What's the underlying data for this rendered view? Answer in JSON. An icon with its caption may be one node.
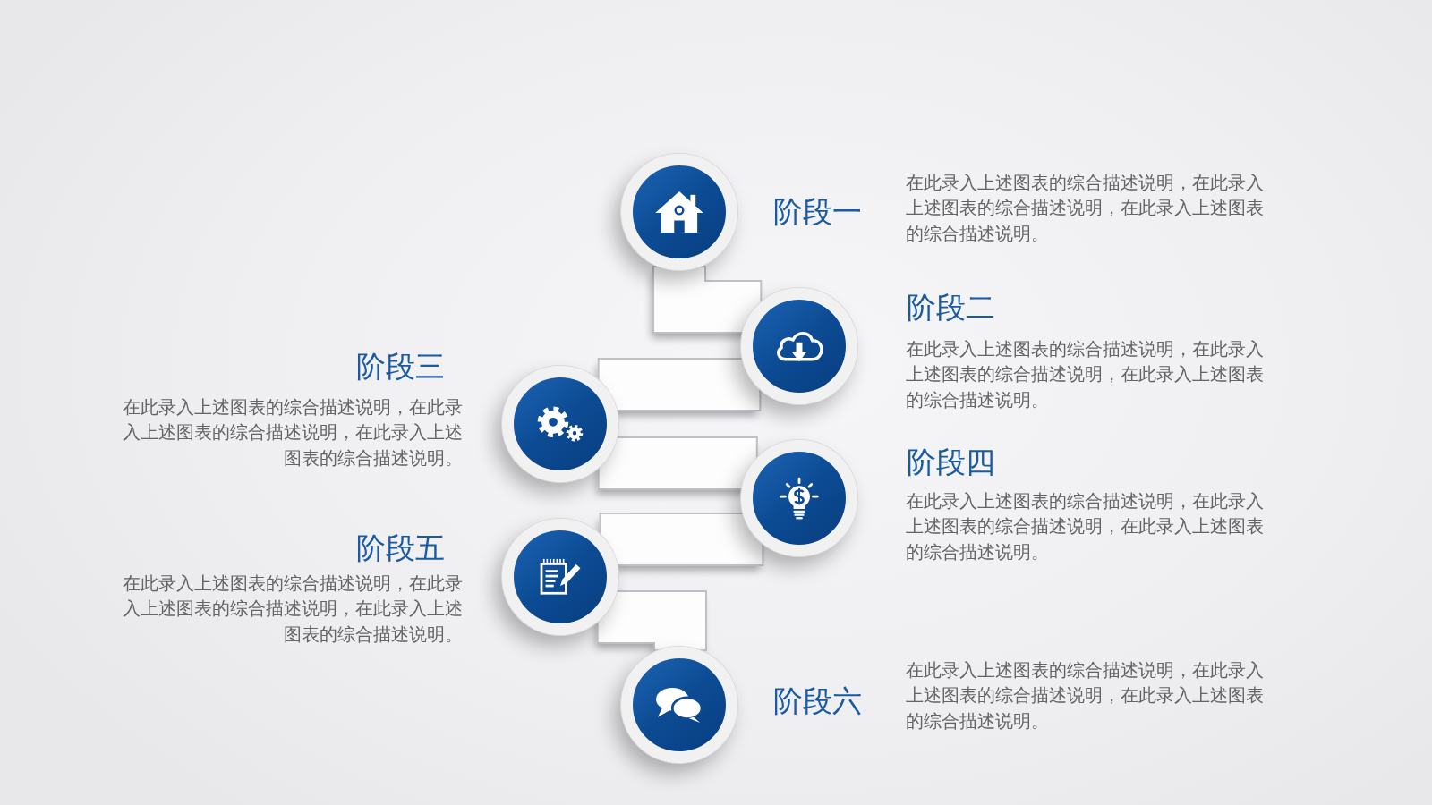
{
  "diagram": {
    "nodes": [
      {
        "text": [],
        "shape": "circle",
        "beside": [
          "阶段一",
          "在此录入上述图表的综合描述说明，在此录入上述图表的综合描述说明，在此录入上述图表的综合描述说明。"
        ]
      },
      {
        "text": [],
        "shape": "circle",
        "beside": [
          "阶段二",
          "在此录入上述图表的综合描述说明，在此录入上述图表的综合描述说明，在此录入上述图表的综合描述说明。"
        ]
      },
      {
        "text": [],
        "shape": "circle",
        "beside": [
          "阶段三",
          "在此录入上述图表的综合描述说明，在此录入上述图表的综合描述说明，在此录入上述图表的综合描述说明。"
        ]
      },
      {
        "text": [],
        "shape": "circle",
        "beside": [
          "阶段四",
          "在此录入上述图表的综合描述说明，在此录入上述图表的综合描述说明，在此录入上述图表的综合描述说明。"
        ]
      },
      {
        "text": [],
        "shape": "circle",
        "beside": [
          "阶段五",
          "在此录入上述图表的综合描述说明，在此录入上述图表的综合描述说明，在此录入上述图表的综合描述说明。"
        ]
      },
      {
        "text": [],
        "shape": "circle",
        "beside": [
          "阶段六",
          "在此录入上述图表的综合描述说明，在此录入上述图表的综合描述说明，在此录入上述图表的综合描述说明。"
        ]
      }
    ],
    "edges": [
      {
        "from": 0,
        "to": 1,
        "arrow": "none"
      },
      {
        "from": 1,
        "to": 2,
        "arrow": "none"
      },
      {
        "from": 2,
        "to": 3,
        "arrow": "none"
      },
      {
        "from": 3,
        "to": 4,
        "arrow": "none"
      },
      {
        "from": 4,
        "to": 5,
        "arrow": "none"
      }
    ]
  }
}
